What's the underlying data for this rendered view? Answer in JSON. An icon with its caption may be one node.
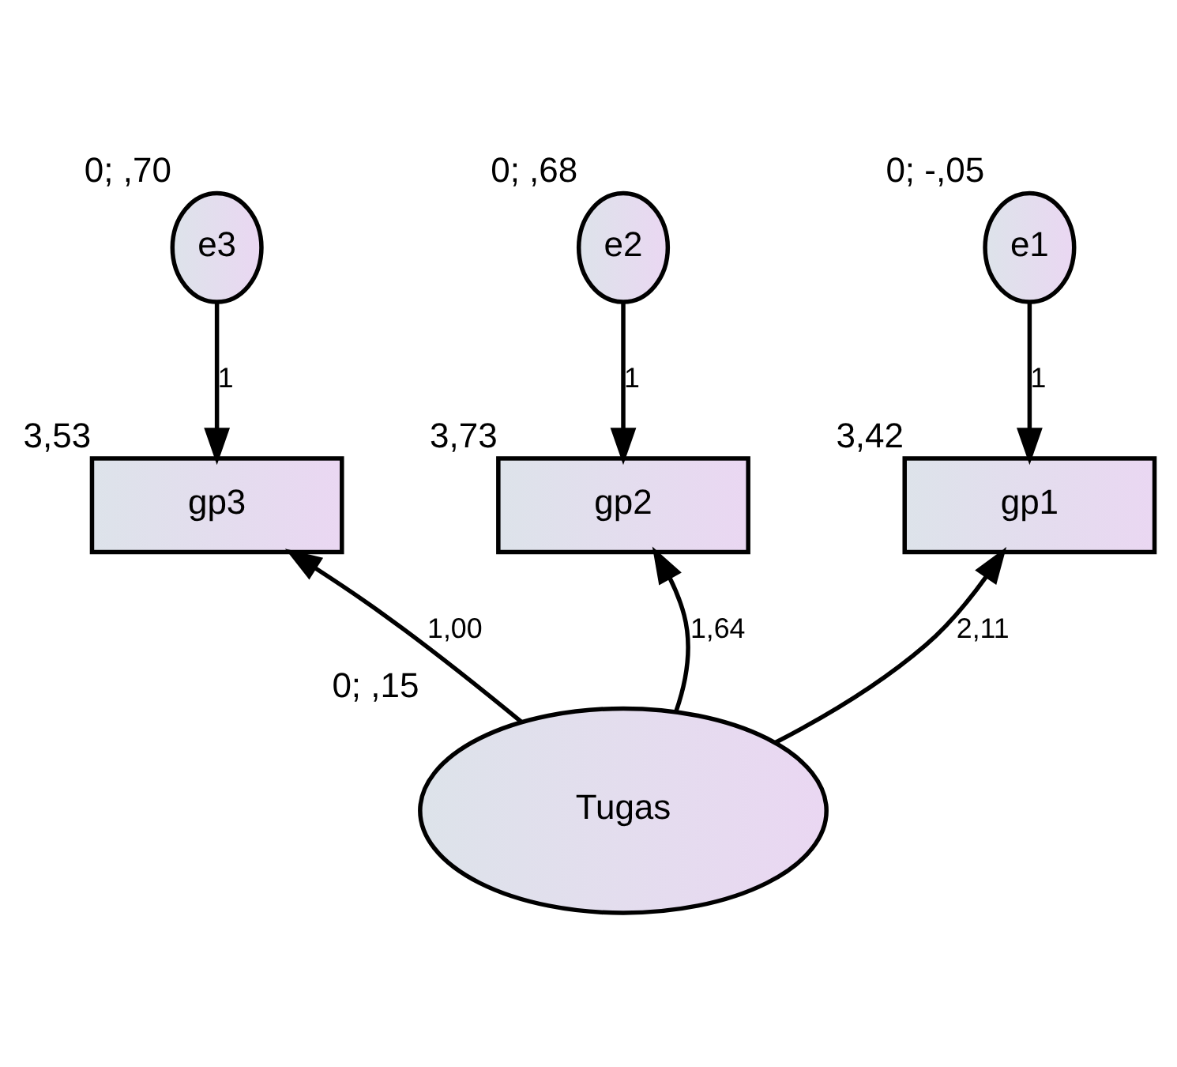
{
  "diagram": {
    "nodes": [
      {
        "text": [
          "e3"
        ],
        "beside": [
          "0; ,70"
        ]
      },
      {
        "text": [
          "e2"
        ],
        "beside": [
          "0; ,68"
        ]
      },
      {
        "text": [
          "e1"
        ],
        "beside": [
          "0; -,05"
        ]
      },
      {
        "text": [
          "gp3"
        ],
        "beside": [
          "3,53"
        ]
      },
      {
        "text": [
          "gp2"
        ],
        "beside": [
          "3,73"
        ]
      },
      {
        "text": [
          "gp1"
        ],
        "beside": [
          "3,42"
        ]
      },
      {
        "text": [
          "Tugas"
        ],
        "beside": [
          "0; ,15"
        ]
      }
    ],
    "edges": [
      {
        "from": 0,
        "to": 3,
        "arrow": "to",
        "label": "1"
      },
      {
        "from": 1,
        "to": 4,
        "arrow": "to",
        "label": "1"
      },
      {
        "from": 2,
        "to": 5,
        "arrow": "to",
        "label": "1"
      },
      {
        "from": 6,
        "to": 3,
        "arrow": "to",
        "label": "1,00"
      },
      {
        "from": 6,
        "to": 4,
        "arrow": "to",
        "label": "1,64"
      },
      {
        "from": 6,
        "to": 5,
        "arrow": "to",
        "label": "2,11"
      }
    ]
  }
}
